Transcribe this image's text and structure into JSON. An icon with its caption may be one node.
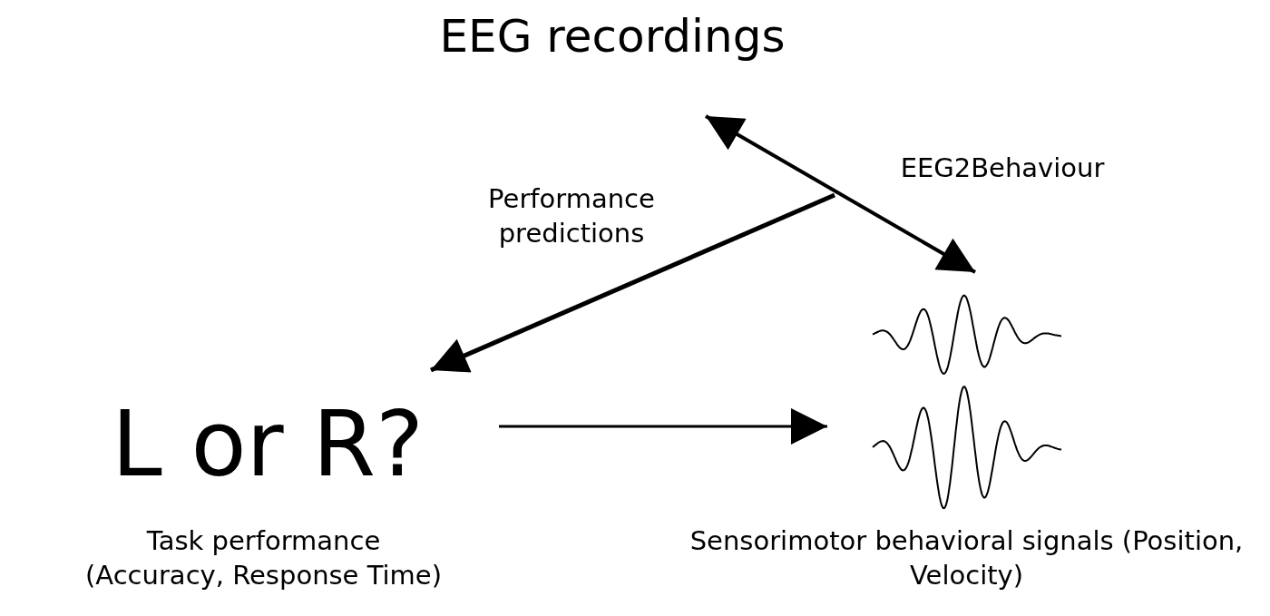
{
  "diagram": {
    "nodes": [
      {
        "text": [
          "EEG recordings"
        ]
      },
      {
        "text": [
          "L or R?"
        ],
        "beside": [
          "Task performance (Accuracy, Response Time)"
        ]
      },
      {
        "text": [],
        "shape": "picture",
        "beside": [
          "Sensorimotor behavioral signals (Position, Velocity)"
        ]
      }
    ],
    "edges": [
      {
        "from": 0,
        "to": 2,
        "arrow": "both",
        "label": "EEG2Behaviour"
      },
      {
        "from": null,
        "to": 1,
        "arrow": "to",
        "label": "Performance predictions"
      },
      {
        "from": 1,
        "to": 2,
        "arrow": "to"
      }
    ]
  }
}
